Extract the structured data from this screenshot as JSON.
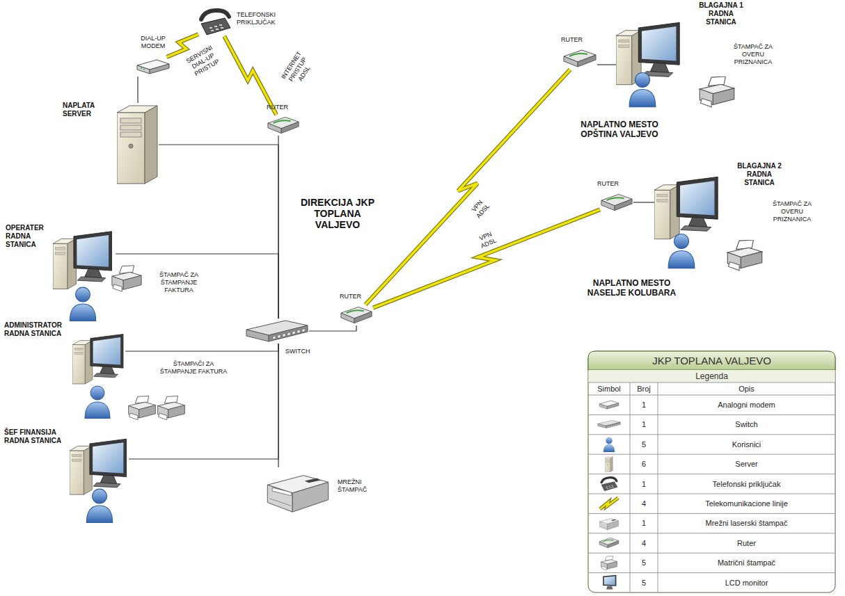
{
  "diagram": {
    "nodes": [
      {
        "text": [
          "DIAL-UP MODEM"
        ]
      },
      {
        "text": [
          "TELEFONSKI PRIKLJUČAK"
        ]
      },
      {
        "text": [
          "RUTER"
        ]
      },
      {
        "text": [
          "BLAGAJNA 1 RADNA STANICA"
        ]
      },
      {
        "text": [
          "ŠTAMPAČ ZA OVERU PRIZNANICA"
        ]
      },
      {
        "text": [
          "NAPLATA SERVER"
        ]
      },
      {
        "text": [
          "RUTER"
        ]
      },
      {
        "text": [
          "RUTER"
        ]
      },
      {
        "text": [
          "BLAGAJNA 2 RADNA STANICA"
        ]
      },
      {
        "text": [
          "ŠTAMPAČ ZA OVERU PRIZNANICA"
        ]
      },
      {
        "text": [
          "OPERATER RADNA STANICA"
        ]
      },
      {
        "text": [
          "ŠTAMPAČ ZA ŠTAMPANJE FAKTURA"
        ]
      },
      {
        "text": [
          "RUTER"
        ]
      },
      {
        "text": [
          "SWITCH"
        ]
      },
      {
        "text": [
          "ADMINISTRATOR RADNA STANICA"
        ]
      },
      {
        "text": [
          "ŠTAMPAČI ZA ŠTAMPANJE FAKTURA"
        ]
      },
      {
        "text": [
          "ŠEF FINANSIJA RADNA STANICA"
        ]
      },
      {
        "text": [
          "MREŽNI ŠTAMPAČ"
        ]
      }
    ],
    "edges": [
      {
        "from": 0,
        "to": 1,
        "arrow": "none",
        "label": "SERVISNI DIAL-UP PRISTUP"
      },
      {
        "from": 6,
        "to": 1,
        "arrow": "none",
        "label": "INTERNET PRISTUP ADSL"
      },
      {
        "from": 0,
        "to": 5,
        "arrow": "none"
      },
      {
        "from": 13,
        "to": 6,
        "arrow": "none"
      },
      {
        "from": 13,
        "to": 5,
        "arrow": "none"
      },
      {
        "from": 13,
        "to": 10,
        "arrow": "none"
      },
      {
        "from": 13,
        "to": 12,
        "arrow": "none"
      },
      {
        "from": 13,
        "to": 14,
        "arrow": "none"
      },
      {
        "from": 13,
        "to": 16,
        "arrow": "none"
      },
      {
        "from": 13,
        "to": 17,
        "arrow": "none"
      },
      {
        "from": 12,
        "to": 2,
        "arrow": "none",
        "label": "VPN ADSL"
      },
      {
        "from": 12,
        "to": 7,
        "arrow": "none",
        "label": "VPN ADSL"
      },
      {
        "from": 2,
        "to": 3,
        "arrow": "none"
      },
      {
        "from": 7,
        "to": 8,
        "arrow": "none"
      }
    ],
    "labels": [
      "DIREKCIJA JKP TOPLANA VALJEVO",
      "NAPLATNO MESTO OPŠTINA VALJEVO",
      "NAPLATNO MESTO NASELJE KOLUBARA",
      "JKP TOPLANA VALJEVO",
      "Legenda",
      "Simbol",
      "Broj",
      "Opis",
      "1",
      "1",
      "5",
      "6",
      "1",
      "4",
      "1",
      "4",
      "5",
      "5"
    ],
    "legend": [
      {
        "text": "Analogni modem"
      },
      {
        "text": "Switch"
      },
      {
        "text": "Korisnici"
      },
      {
        "text": "Server"
      },
      {
        "text": "Telefonski priključak"
      },
      {
        "text": "Telekomunikacione linije"
      },
      {
        "text": "Mrežni laserski štampač"
      },
      {
        "text": "Ruter"
      },
      {
        "text": "Matrični štampač"
      },
      {
        "text": "LCD monitor"
      }
    ]
  }
}
